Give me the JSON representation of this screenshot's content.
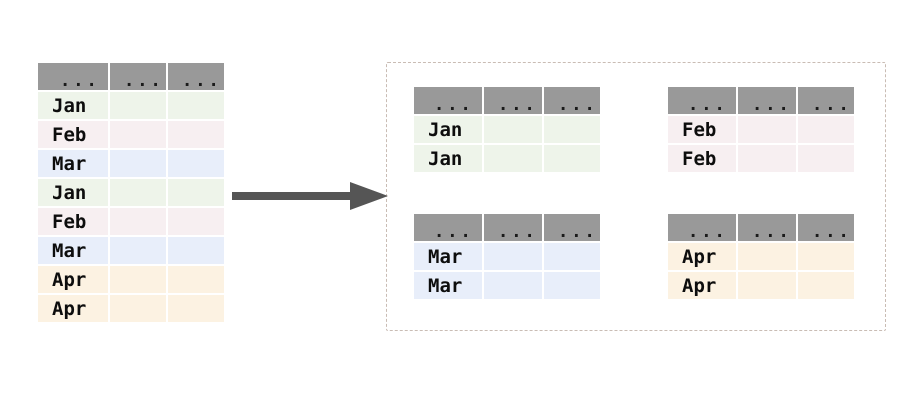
{
  "diagram": {
    "title": "groupby split diagram",
    "arrow": {
      "name": "transform-arrow",
      "direction": "right",
      "color": "#555555"
    },
    "container": {
      "border_style": "dashed",
      "border_color": "#c9bcb4"
    },
    "header_color": "#999999",
    "header_cells": [
      "...",
      "...",
      "..."
    ],
    "group_colors": {
      "Jan": "#eef4ea",
      "Feb": "#f7eff1",
      "Mar": "#e8eefa",
      "Apr": "#fcf2e2"
    }
  },
  "source_table": {
    "name": "source-table",
    "headers": [
      "...",
      "...",
      "..."
    ],
    "rows": [
      {
        "label": "Jan",
        "group": "Jan",
        "color": "#eef4ea",
        "c1": "",
        "c2": ""
      },
      {
        "label": "Feb",
        "group": "Feb",
        "color": "#f7eff1",
        "c1": "",
        "c2": ""
      },
      {
        "label": "Mar",
        "group": "Mar",
        "color": "#e8eefa",
        "c1": "",
        "c2": ""
      },
      {
        "label": "Jan",
        "group": "Jan",
        "color": "#eef4ea",
        "c1": "",
        "c2": ""
      },
      {
        "label": "Feb",
        "group": "Feb",
        "color": "#f7eff1",
        "c1": "",
        "c2": ""
      },
      {
        "label": "Mar",
        "group": "Mar",
        "color": "#e8eefa",
        "c1": "",
        "c2": ""
      },
      {
        "label": "Apr",
        "group": "Apr",
        "color": "#fcf2e2",
        "c1": "",
        "c2": ""
      },
      {
        "label": "Apr",
        "group": "Apr",
        "color": "#fcf2e2",
        "c1": "",
        "c2": ""
      }
    ]
  },
  "groups": [
    {
      "name": "group-jan",
      "key": "Jan",
      "color": "#eef4ea",
      "headers": [
        "...",
        "...",
        "..."
      ],
      "rows": [
        {
          "label": "Jan",
          "c1": "",
          "c2": ""
        },
        {
          "label": "Jan",
          "c1": "",
          "c2": ""
        }
      ]
    },
    {
      "name": "group-feb",
      "key": "Feb",
      "color": "#f7eff1",
      "headers": [
        "...",
        "...",
        "..."
      ],
      "rows": [
        {
          "label": "Feb",
          "c1": "",
          "c2": ""
        },
        {
          "label": "Feb",
          "c1": "",
          "c2": ""
        }
      ]
    },
    {
      "name": "group-mar",
      "key": "Mar",
      "color": "#e8eefa",
      "headers": [
        "...",
        "...",
        "..."
      ],
      "rows": [
        {
          "label": "Mar",
          "c1": "",
          "c2": ""
        },
        {
          "label": "Mar",
          "c1": "",
          "c2": ""
        }
      ]
    },
    {
      "name": "group-apr",
      "key": "Apr",
      "color": "#fcf2e2",
      "headers": [
        "...",
        "...",
        "..."
      ],
      "rows": [
        {
          "label": "Apr",
          "c1": "",
          "c2": ""
        },
        {
          "label": "Apr",
          "c1": "",
          "c2": ""
        }
      ]
    }
  ]
}
